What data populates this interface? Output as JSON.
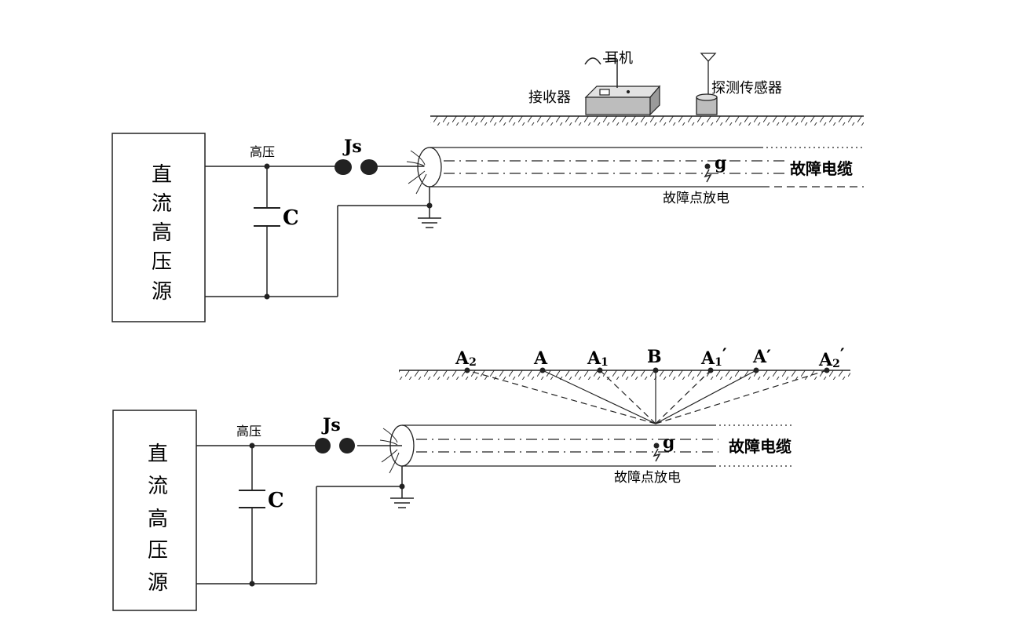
{
  "top": {
    "source_chars": [
      "直",
      "流",
      "高",
      "压",
      "源"
    ],
    "high_voltage": "高压",
    "capacitor": "C",
    "gap": "Js",
    "earphone": "耳机",
    "receiver": "接收器",
    "sensor": "探测传感器",
    "fault_point": "g",
    "cable": "故障电缆",
    "discharge": "故障点放电"
  },
  "bottom": {
    "source_chars": [
      "直",
      "流",
      "高",
      "压",
      "源"
    ],
    "high_voltage": "高压",
    "capacitor": "C",
    "gap": "Js",
    "fault_point": "g",
    "cable": "故障电缆",
    "discharge": "故障点放电",
    "points": {
      "A2": "A",
      "A2_sub": "2",
      "A": "A",
      "A1": "A",
      "A1_sub": "1",
      "B": "B",
      "A1p": "A",
      "A1p_sub": "1",
      "A1p_prime": "′",
      "Ap": "A′",
      "A2p": "A",
      "A2p_sub": "2",
      "A2p_prime": "′"
    }
  }
}
